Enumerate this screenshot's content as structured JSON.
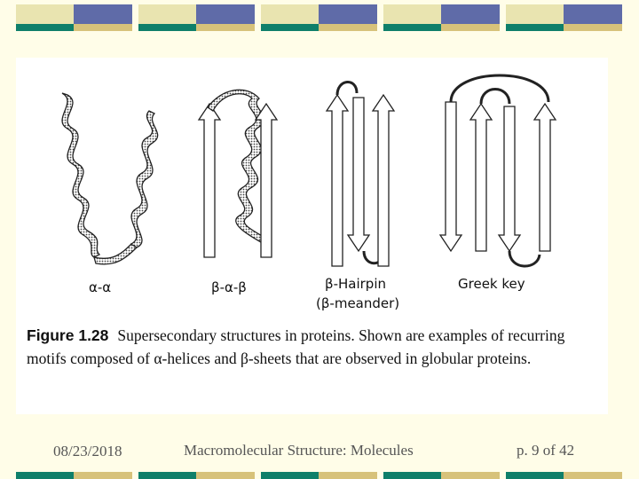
{
  "footer": {
    "date": "08/23/2018",
    "title": "Macromolecular Structure: Molecules",
    "page": "p. 9 of 42"
  },
  "figure": {
    "labels": {
      "alpha_alpha": "α-α",
      "beta_alpha_beta": "β-α-β",
      "beta_hairpin": "β-Hairpin",
      "beta_meander": "(β-meander)",
      "greek_key": "Greek key"
    },
    "caption_label": "Figure 1.28",
    "caption_text": "Supersecondary structures in proteins. Shown are examples of recurring motifs composed of α-helices and β-sheets that are observed in globular proteins."
  },
  "colors": {
    "band_light": "#e9e4b0",
    "band_blue": "#5f6ba8",
    "band_green": "#0f7f6a",
    "band_tan": "#d7c27a"
  }
}
